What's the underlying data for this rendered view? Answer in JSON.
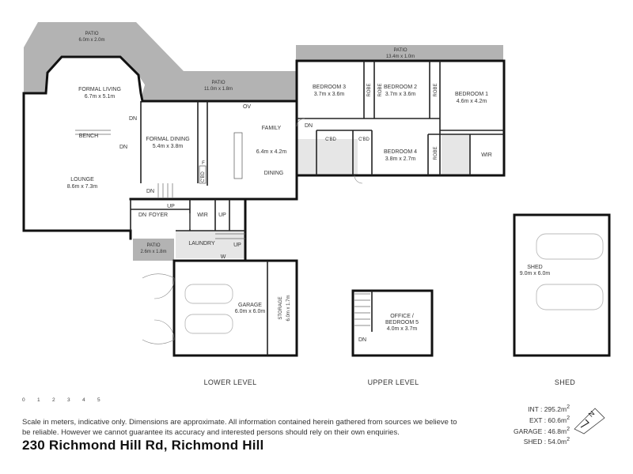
{
  "sections": {
    "lower": "LOWER LEVEL",
    "upper": "UPPER LEVEL",
    "shed": "SHED"
  },
  "rooms": {
    "patio_nw_name": "PATIO",
    "patio_nw_dim": "6.0m x 2.0m",
    "patio_top_name": "PATIO",
    "patio_top_dim": "13.4m x 1.0m",
    "patio_mid_name": "PATIO",
    "patio_mid_dim": "11.0m x 1.8m",
    "formal_living_name": "FORMAL LIVING",
    "formal_living_dim": "6.7m x 5.1m",
    "formal_dining_name": "FORMAL DINING",
    "formal_dining_dim": "5.4m x 3.8m",
    "lounge_name": "LOUNGE",
    "lounge_dim": "8.6m x 7.3m",
    "family_name": "FAMILY",
    "family_dim": "6.4m x 4.2m",
    "dining_name": "DINING",
    "bed3_name": "BEDROOM 3",
    "bed3_dim": "3.7m x 3.6m",
    "bed2_name": "BEDROOM 2",
    "bed2_dim": "3.7m x 3.6m",
    "bed1_name": "BEDROOM 1",
    "bed1_dim": "4.6m x 4.2m",
    "bed4_name": "BEDROOM 4",
    "bed4_dim": "3.8m x 2.7m",
    "robe": "ROBE",
    "cbd": "C'BD",
    "wir": "WIR",
    "bench": "BENCH",
    "dn": "DN",
    "up": "UP",
    "ov": "OV",
    "f": "F",
    "w": "W",
    "foyer": "FOYER",
    "patio_small_name": "PATIO",
    "patio_small_dim": "2.6m x 1.8m",
    "laundry_name": "LAUNDRY",
    "garage_name": "GARAGE",
    "garage_dim": "6.0m x 6.0m",
    "storage_name": "STORAGE",
    "storage_dim": "6.0m x 1.7m",
    "office_name1": "OFFICE /",
    "office_name2": "BEDROOM 5",
    "office_dim": "4.0m x 3.7m",
    "shed_name": "SHED",
    "shed_dim": "9.0m x 6.0m"
  },
  "scale": {
    "ticks": [
      "0",
      "1",
      "2",
      "3",
      "4",
      "5"
    ]
  },
  "disclaimer": "Scale in meters, indicative only. Dimensions are approximate. All information contained herein gathered from sources we believe to be reliable. However we cannot guarantee its accuracy and interested persons should rely on their own enquiries.",
  "address": "230 Richmond Hill Rd, Richmond Hill",
  "areas": [
    {
      "label": "INT : 295.2m",
      "sup": "2"
    },
    {
      "label": "EXT : 60.6m",
      "sup": "2"
    },
    {
      "label": "GARAGE : 46.8m",
      "sup": "2"
    },
    {
      "label": "SHED : 54.0m",
      "sup": "2"
    }
  ],
  "compass_label": "N"
}
